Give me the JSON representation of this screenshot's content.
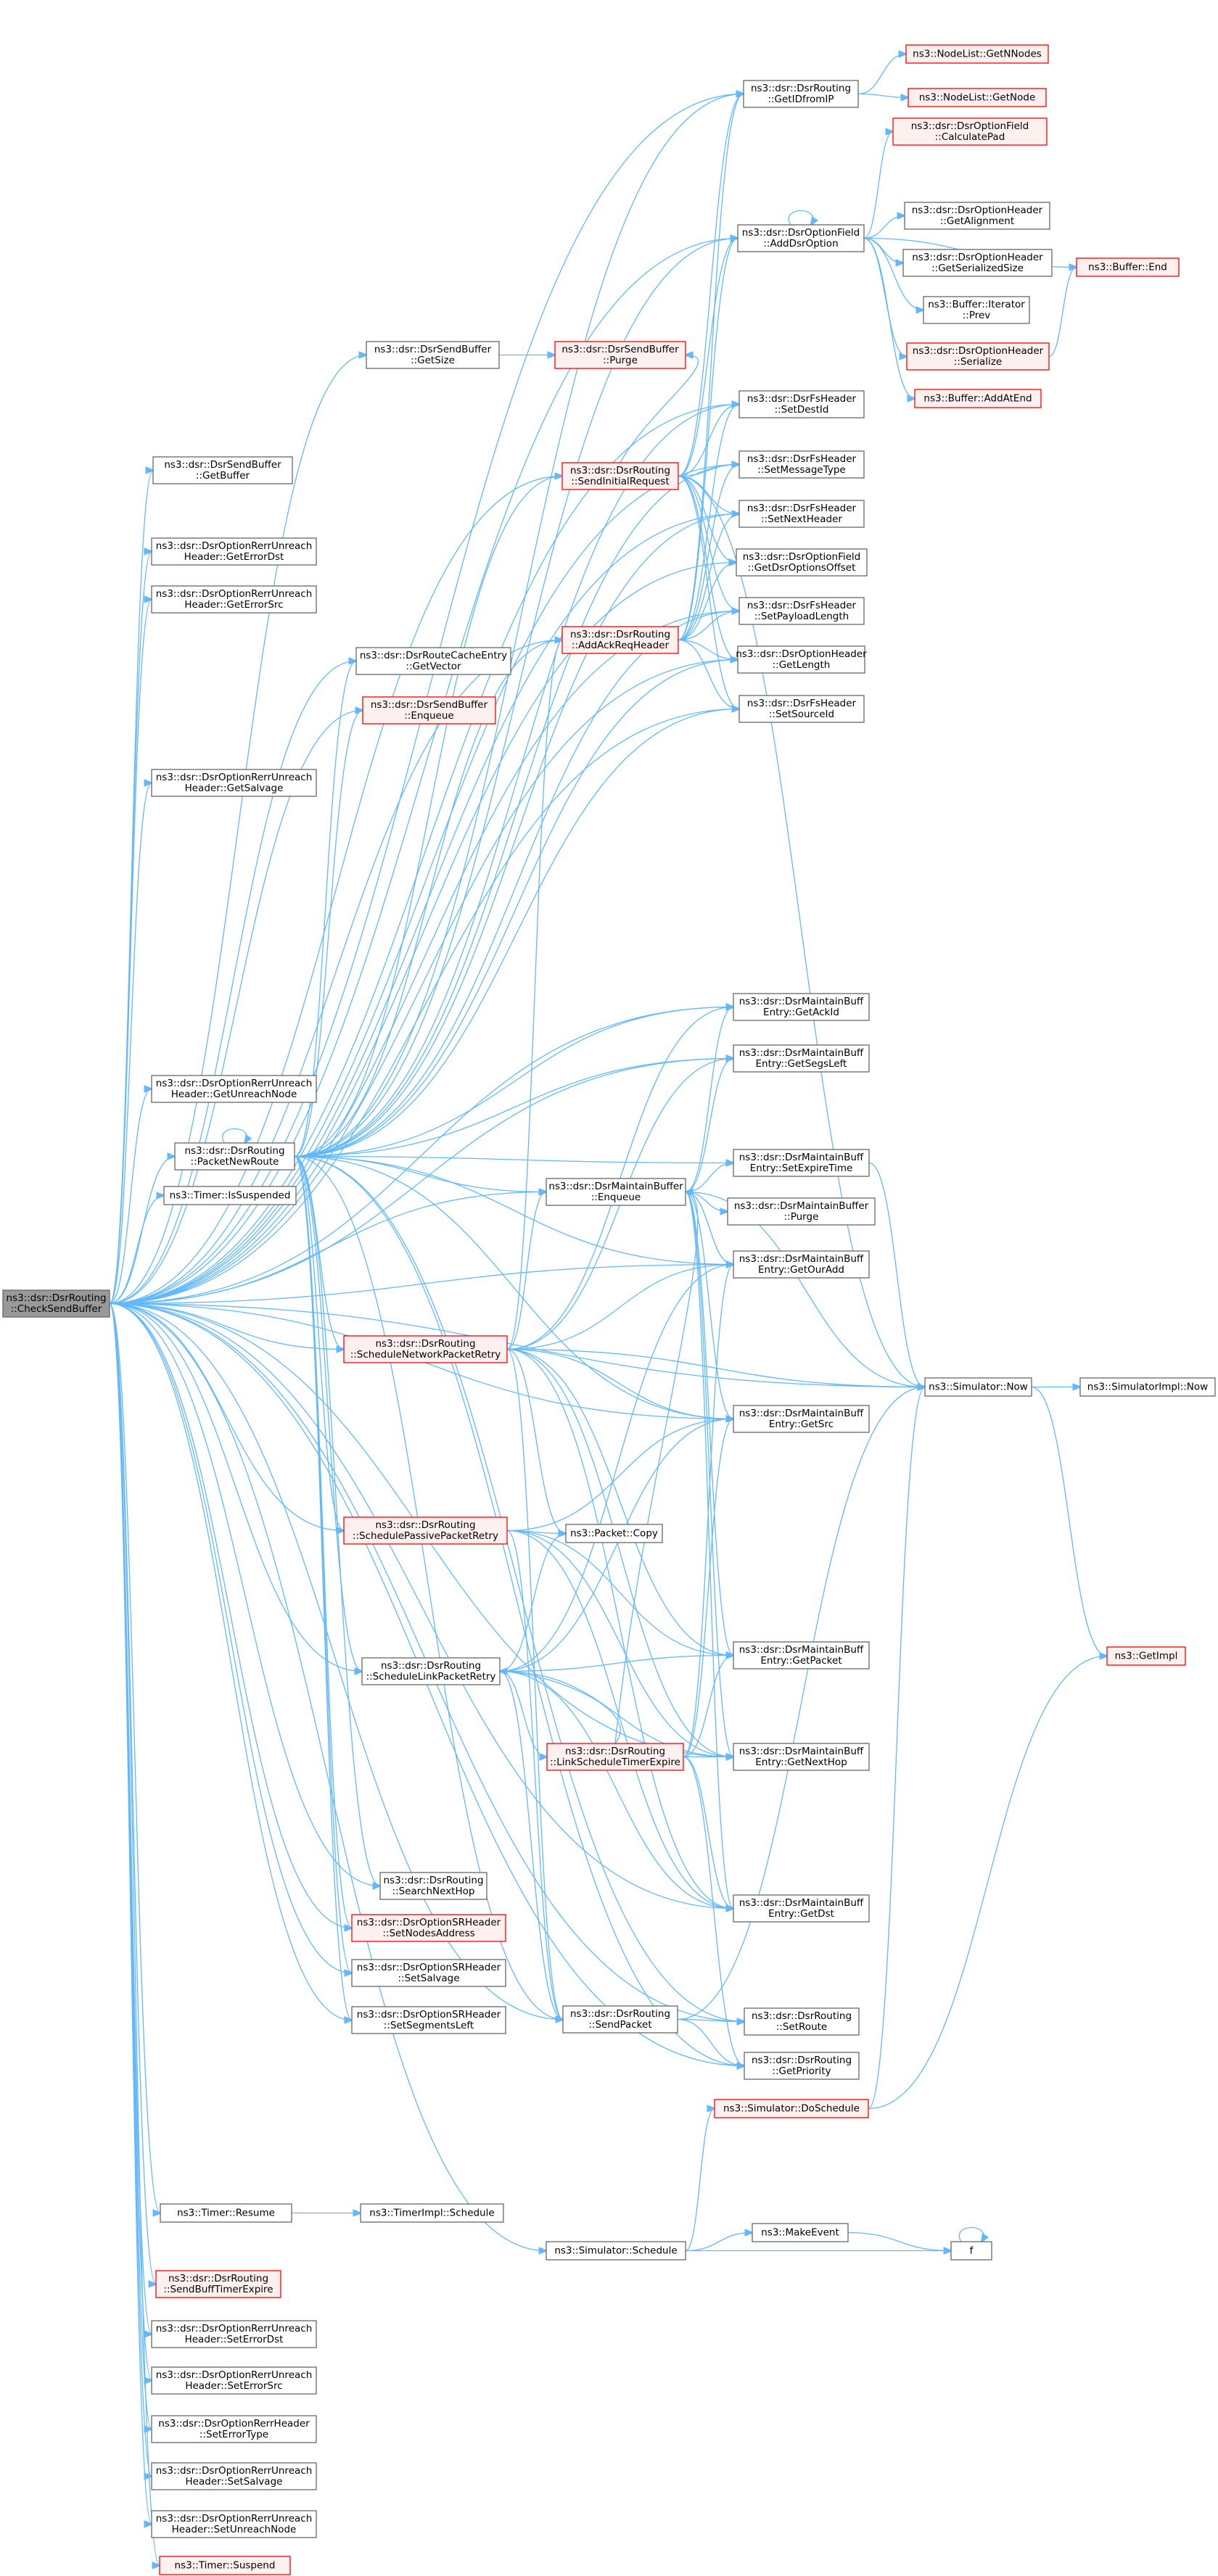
{
  "colors": {
    "edge": "#63b8ff",
    "node_border": "#666666",
    "node_fill": "#ffffff",
    "truncated_border": "#ff0000",
    "truncated_fill": "#fff0f0",
    "root_fill": "#999999",
    "text": "#000000"
  },
  "nodes": [
    {
      "id": "root",
      "lines": [
        "ns3::dsr::DsrRouting",
        "::CheckSendBuffer"
      ],
      "style": "root"
    },
    {
      "id": "getIPfromIP",
      "lines": [
        "ns3::dsr::DsrRouting",
        "::GetIDfromIP"
      ],
      "style": "normal"
    },
    {
      "id": "getNNodes",
      "lines": [
        "ns3::NodeList::GetNNodes"
      ],
      "style": "truncated"
    },
    {
      "id": "getNode",
      "lines": [
        "ns3::NodeList::GetNode"
      ],
      "style": "truncated"
    },
    {
      "id": "calcPad",
      "lines": [
        "ns3::dsr::DsrOptionField",
        "::CalculatePad"
      ],
      "style": "truncated"
    },
    {
      "id": "addDsrOption",
      "lines": [
        "ns3::dsr::DsrOptionField",
        "::AddDsrOption"
      ],
      "style": "normal"
    },
    {
      "id": "getAlign",
      "lines": [
        "ns3::dsr::DsrOptionHeader",
        "::GetAlignment"
      ],
      "style": "normal"
    },
    {
      "id": "getSerSize",
      "lines": [
        "ns3::dsr::DsrOptionHeader",
        "::GetSerializedSize"
      ],
      "style": "normal"
    },
    {
      "id": "bufEnd",
      "lines": [
        "ns3::Buffer::End"
      ],
      "style": "truncated"
    },
    {
      "id": "iterPrev",
      "lines": [
        "ns3::Buffer::Iterator",
        "::Prev"
      ],
      "style": "normal"
    },
    {
      "id": "serialize",
      "lines": [
        "ns3::dsr::DsrOptionHeader",
        "::Serialize"
      ],
      "style": "truncated"
    },
    {
      "id": "addAtEnd",
      "lines": [
        "ns3::Buffer::AddAtEnd"
      ],
      "style": "truncated"
    },
    {
      "id": "sbGetSize",
      "lines": [
        "ns3::dsr::DsrSendBuffer",
        "::GetSize"
      ],
      "style": "normal"
    },
    {
      "id": "sbPurge",
      "lines": [
        "ns3::dsr::DsrSendBuffer",
        "::Purge"
      ],
      "style": "truncated"
    },
    {
      "id": "setDestId",
      "lines": [
        "ns3::dsr::DsrFsHeader",
        "::SetDestId"
      ],
      "style": "normal"
    },
    {
      "id": "sendInitReq",
      "lines": [
        "ns3::dsr::DsrRouting",
        "::SendInitialRequest"
      ],
      "style": "truncated"
    },
    {
      "id": "sbGetBuffer",
      "lines": [
        "ns3::dsr::DsrSendBuffer",
        "::GetBuffer"
      ],
      "style": "normal"
    },
    {
      "id": "setMsgType",
      "lines": [
        "ns3::dsr::DsrFsHeader",
        "::SetMessageType"
      ],
      "style": "normal"
    },
    {
      "id": "setNextHeader",
      "lines": [
        "ns3::dsr::DsrFsHeader",
        "::SetNextHeader"
      ],
      "style": "normal"
    },
    {
      "id": "getErrDst",
      "lines": [
        "ns3::dsr::DsrOptionRerrUnreach",
        "Header::GetErrorDst"
      ],
      "style": "normal"
    },
    {
      "id": "getOptOffset",
      "lines": [
        "ns3::dsr::DsrOptionField",
        "::GetDsrOptionsOffset"
      ],
      "style": "normal"
    },
    {
      "id": "getErrSrc",
      "lines": [
        "ns3::dsr::DsrOptionRerrUnreach",
        "Header::GetErrorSrc"
      ],
      "style": "normal"
    },
    {
      "id": "addAckReq",
      "lines": [
        "ns3::dsr::DsrRouting",
        "::AddAckReqHeader"
      ],
      "style": "truncated"
    },
    {
      "id": "setPayloadLen",
      "lines": [
        "ns3::dsr::DsrFsHeader",
        "::SetPayloadLength"
      ],
      "style": "normal"
    },
    {
      "id": "rcGetVector",
      "lines": [
        "ns3::dsr::DsrRouteCacheEntry",
        "::GetVector"
      ],
      "style": "normal"
    },
    {
      "id": "getLength",
      "lines": [
        "ns3::dsr::DsrOptionHeader",
        "::GetLength"
      ],
      "style": "normal"
    },
    {
      "id": "sbEnqueue",
      "lines": [
        "ns3::dsr::DsrSendBuffer",
        "::Enqueue"
      ],
      "style": "truncated"
    },
    {
      "id": "setSourceId",
      "lines": [
        "ns3::dsr::DsrFsHeader",
        "::SetSourceId"
      ],
      "style": "normal"
    },
    {
      "id": "getSalvage",
      "lines": [
        "ns3::dsr::DsrOptionRerrUnreach",
        "Header::GetSalvage"
      ],
      "style": "normal"
    },
    {
      "id": "getAckId",
      "lines": [
        "ns3::dsr::DsrMaintainBuff",
        "Entry::GetAckId"
      ],
      "style": "normal"
    },
    {
      "id": "getSegsLeft",
      "lines": [
        "ns3::dsr::DsrMaintainBuff",
        "Entry::GetSegsLeft"
      ],
      "style": "normal"
    },
    {
      "id": "getUnreachNode",
      "lines": [
        "ns3::dsr::DsrOptionRerrUnreach",
        "Header::GetUnreachNode"
      ],
      "style": "normal"
    },
    {
      "id": "packetNewRoute",
      "lines": [
        "ns3::dsr::DsrRouting",
        "::PacketNewRoute"
      ],
      "style": "normal"
    },
    {
      "id": "setExpire",
      "lines": [
        "ns3::dsr::DsrMaintainBuff",
        "Entry::SetExpireTime"
      ],
      "style": "normal"
    },
    {
      "id": "mbEnqueue",
      "lines": [
        "ns3::dsr::DsrMaintainBuffer",
        "::Enqueue"
      ],
      "style": "normal"
    },
    {
      "id": "isSuspended",
      "lines": [
        "ns3::Timer::IsSuspended"
      ],
      "style": "normal"
    },
    {
      "id": "mbPurge",
      "lines": [
        "ns3::dsr::DsrMaintainBuffer",
        "::Purge"
      ],
      "style": "normal"
    },
    {
      "id": "getOurAdd",
      "lines": [
        "ns3::dsr::DsrMaintainBuff",
        "Entry::GetOurAdd"
      ],
      "style": "normal"
    },
    {
      "id": "schedNet",
      "lines": [
        "ns3::dsr::DsrRouting",
        "::ScheduleNetworkPacketRetry"
      ],
      "style": "truncated"
    },
    {
      "id": "simNow",
      "lines": [
        "ns3::Simulator::Now"
      ],
      "style": "normal"
    },
    {
      "id": "implNow",
      "lines": [
        "ns3::SimulatorImpl::Now"
      ],
      "style": "normal"
    },
    {
      "id": "getSrc",
      "lines": [
        "ns3::dsr::DsrMaintainBuff",
        "Entry::GetSrc"
      ],
      "style": "normal"
    },
    {
      "id": "schedPassive",
      "lines": [
        "ns3::dsr::DsrRouting",
        "::SchedulePassivePacketRetry"
      ],
      "style": "truncated"
    },
    {
      "id": "pktCopy",
      "lines": [
        "ns3::Packet::Copy"
      ],
      "style": "normal"
    },
    {
      "id": "getImpl",
      "lines": [
        "ns3::GetImpl"
      ],
      "style": "truncated"
    },
    {
      "id": "getPacket",
      "lines": [
        "ns3::dsr::DsrMaintainBuff",
        "Entry::GetPacket"
      ],
      "style": "normal"
    },
    {
      "id": "schedLink",
      "lines": [
        "ns3::dsr::DsrRouting",
        "::ScheduleLinkPacketRetry"
      ],
      "style": "normal"
    },
    {
      "id": "linkTimerExp",
      "lines": [
        "ns3::dsr::DsrRouting",
        "::LinkScheduleTimerExpire"
      ],
      "style": "truncated"
    },
    {
      "id": "getNextHop",
      "lines": [
        "ns3::dsr::DsrMaintainBuff",
        "Entry::GetNextHop"
      ],
      "style": "normal"
    },
    {
      "id": "searchNextHop",
      "lines": [
        "ns3::dsr::DsrRouting",
        "::SearchNextHop"
      ],
      "style": "normal"
    },
    {
      "id": "setNodesAddr",
      "lines": [
        "ns3::dsr::DsrOptionSRHeader",
        "::SetNodesAddress"
      ],
      "style": "truncated"
    },
    {
      "id": "getDst",
      "lines": [
        "ns3::dsr::DsrMaintainBuff",
        "Entry::GetDst"
      ],
      "style": "normal"
    },
    {
      "id": "srSetSalvage",
      "lines": [
        "ns3::dsr::DsrOptionSRHeader",
        "::SetSalvage"
      ],
      "style": "normal"
    },
    {
      "id": "setSegsLeft",
      "lines": [
        "ns3::dsr::DsrOptionSRHeader",
        "::SetSegmentsLeft"
      ],
      "style": "normal"
    },
    {
      "id": "sendPacket",
      "lines": [
        "ns3::dsr::DsrRouting",
        "::SendPacket"
      ],
      "style": "normal"
    },
    {
      "id": "setRoute",
      "lines": [
        "ns3::dsr::DsrRouting",
        "::SetRoute"
      ],
      "style": "normal"
    },
    {
      "id": "getPriority",
      "lines": [
        "ns3::dsr::DsrRouting",
        "::GetPriority"
      ],
      "style": "normal"
    },
    {
      "id": "doSchedule",
      "lines": [
        "ns3::Simulator::DoSchedule"
      ],
      "style": "truncated"
    },
    {
      "id": "timerResume",
      "lines": [
        "ns3::Timer::Resume"
      ],
      "style": "normal"
    },
    {
      "id": "timerImplSched",
      "lines": [
        "ns3::TimerImpl::Schedule"
      ],
      "style": "normal"
    },
    {
      "id": "makeEvent",
      "lines": [
        "ns3::MakeEvent"
      ],
      "style": "normal"
    },
    {
      "id": "simSchedule",
      "lines": [
        "ns3::Simulator::Schedule"
      ],
      "style": "normal"
    },
    {
      "id": "f",
      "lines": [
        "f"
      ],
      "style": "normal"
    },
    {
      "id": "sendBuffTimer",
      "lines": [
        "ns3::dsr::DsrRouting",
        "::SendBuffTimerExpire"
      ],
      "style": "truncated"
    },
    {
      "id": "setErrDst",
      "lines": [
        "ns3::dsr::DsrOptionRerrUnreach",
        "Header::SetErrorDst"
      ],
      "style": "normal"
    },
    {
      "id": "setErrSrc",
      "lines": [
        "ns3::dsr::DsrOptionRerrUnreach",
        "Header::SetErrorSrc"
      ],
      "style": "normal"
    },
    {
      "id": "setErrType",
      "lines": [
        "ns3::dsr::DsrOptionRerrHeader",
        "::SetErrorType"
      ],
      "style": "normal"
    },
    {
      "id": "setSalvage",
      "lines": [
        "ns3::dsr::DsrOptionRerrUnreach",
        "Header::SetSalvage"
      ],
      "style": "normal"
    },
    {
      "id": "setUnreachNode",
      "lines": [
        "ns3::dsr::DsrOptionRerrUnreach",
        "Header::SetUnreachNode"
      ],
      "style": "normal"
    },
    {
      "id": "timerSuspend",
      "lines": [
        "ns3::Timer::Suspend"
      ],
      "style": "truncated"
    }
  ],
  "edges": [
    [
      "root",
      "getIPfromIP"
    ],
    [
      "root",
      "addDsrOption"
    ],
    [
      "root",
      "sbGetSize"
    ],
    [
      "root",
      "setDestId"
    ],
    [
      "root",
      "sendInitReq"
    ],
    [
      "root",
      "sbGetBuffer"
    ],
    [
      "root",
      "setMsgType"
    ],
    [
      "root",
      "setNextHeader"
    ],
    [
      "root",
      "getErrDst"
    ],
    [
      "root",
      "getOptOffset"
    ],
    [
      "root",
      "getErrSrc"
    ],
    [
      "root",
      "setPayloadLen"
    ],
    [
      "root",
      "rcGetVector"
    ],
    [
      "root",
      "getLength"
    ],
    [
      "root",
      "sbEnqueue"
    ],
    [
      "root",
      "setSourceId"
    ],
    [
      "root",
      "getSalvage"
    ],
    [
      "root",
      "getAckId"
    ],
    [
      "root",
      "getSegsLeft"
    ],
    [
      "root",
      "getUnreachNode"
    ],
    [
      "root",
      "packetNewRoute"
    ],
    [
      "root",
      "mbEnqueue"
    ],
    [
      "root",
      "isSuspended"
    ],
    [
      "root",
      "getOurAdd"
    ],
    [
      "root",
      "schedNet"
    ],
    [
      "root",
      "simNow"
    ],
    [
      "root",
      "getSrc"
    ],
    [
      "root",
      "schedPassive"
    ],
    [
      "root",
      "schedLink"
    ],
    [
      "root",
      "getNextHop"
    ],
    [
      "root",
      "searchNextHop"
    ],
    [
      "root",
      "setNodesAddr"
    ],
    [
      "root",
      "getDst"
    ],
    [
      "root",
      "srSetSalvage"
    ],
    [
      "root",
      "setSegsLeft"
    ],
    [
      "root",
      "sendPacket"
    ],
    [
      "root",
      "setRoute"
    ],
    [
      "root",
      "getPriority"
    ],
    [
      "root",
      "timerResume"
    ],
    [
      "root",
      "simSchedule"
    ],
    [
      "root",
      "sendBuffTimer"
    ],
    [
      "root",
      "setErrDst"
    ],
    [
      "root",
      "setErrSrc"
    ],
    [
      "root",
      "setErrType"
    ],
    [
      "root",
      "setSalvage"
    ],
    [
      "root",
      "setUnreachNode"
    ],
    [
      "root",
      "timerSuspend"
    ],
    [
      "root",
      "addAckReq"
    ],
    [
      "getIPfromIP",
      "getNNodes"
    ],
    [
      "getIPfromIP",
      "getNode"
    ],
    [
      "addDsrOption",
      "calcPad"
    ],
    [
      "addDsrOption",
      "getAlign"
    ],
    [
      "addDsrOption",
      "getSerSize"
    ],
    [
      "addDsrOption",
      "bufEnd"
    ],
    [
      "addDsrOption",
      "iterPrev"
    ],
    [
      "addDsrOption",
      "serialize"
    ],
    [
      "addDsrOption",
      "addAtEnd"
    ],
    [
      "addDsrOption",
      "addDsrOption"
    ],
    [
      "serialize",
      "bufEnd"
    ],
    [
      "sbGetSize",
      "sbPurge"
    ],
    [
      "sendInitReq",
      "getIPfromIP"
    ],
    [
      "sendInitReq",
      "addDsrOption"
    ],
    [
      "sendInitReq",
      "setDestId"
    ],
    [
      "sendInitReq",
      "setMsgType"
    ],
    [
      "sendInitReq",
      "setNextHeader"
    ],
    [
      "sendInitReq",
      "setPayloadLen"
    ],
    [
      "sendInitReq",
      "getLength"
    ],
    [
      "sendInitReq",
      "setSourceId"
    ],
    [
      "sendInitReq",
      "getOptOffset"
    ],
    [
      "sendInitReq",
      "simNow"
    ],
    [
      "sendInitReq",
      "sbPurge"
    ],
    [
      "addAckReq",
      "getIPfromIP"
    ],
    [
      "addAckReq",
      "addDsrOption"
    ],
    [
      "addAckReq",
      "setDestId"
    ],
    [
      "addAckReq",
      "setMsgType"
    ],
    [
      "addAckReq",
      "setNextHeader"
    ],
    [
      "addAckReq",
      "getOptOffset"
    ],
    [
      "addAckReq",
      "setPayloadLen"
    ],
    [
      "addAckReq",
      "getLength"
    ],
    [
      "addAckReq",
      "setSourceId"
    ],
    [
      "packetNewRoute",
      "getIPfromIP"
    ],
    [
      "packetNewRoute",
      "addDsrOption"
    ],
    [
      "packetNewRoute",
      "setDestId"
    ],
    [
      "packetNewRoute",
      "setMsgType"
    ],
    [
      "packetNewRoute",
      "setNextHeader"
    ],
    [
      "packetNewRoute",
      "setPayloadLen"
    ],
    [
      "packetNewRoute",
      "getLength"
    ],
    [
      "packetNewRoute",
      "setSourceId"
    ],
    [
      "packetNewRoute",
      "rcGetVector"
    ],
    [
      "packetNewRoute",
      "sbEnqueue"
    ],
    [
      "packetNewRoute",
      "sendInitReq"
    ],
    [
      "packetNewRoute",
      "addAckReq"
    ],
    [
      "packetNewRoute",
      "getAckId"
    ],
    [
      "packetNewRoute",
      "getSegsLeft"
    ],
    [
      "packetNewRoute",
      "setExpire"
    ],
    [
      "packetNewRoute",
      "mbEnqueue"
    ],
    [
      "packetNewRoute",
      "getOurAdd"
    ],
    [
      "packetNewRoute",
      "schedNet"
    ],
    [
      "packetNewRoute",
      "getSrc"
    ],
    [
      "packetNewRoute",
      "schedPassive"
    ],
    [
      "packetNewRoute",
      "schedLink"
    ],
    [
      "packetNewRoute",
      "searchNextHop"
    ],
    [
      "packetNewRoute",
      "setNodesAddr"
    ],
    [
      "packetNewRoute",
      "srSetSalvage"
    ],
    [
      "packetNewRoute",
      "setSegsLeft"
    ],
    [
      "packetNewRoute",
      "sendPacket"
    ],
    [
      "packetNewRoute",
      "setRoute"
    ],
    [
      "packetNewRoute",
      "getPriority"
    ],
    [
      "packetNewRoute",
      "packetNewRoute"
    ],
    [
      "mbEnqueue",
      "getAckId"
    ],
    [
      "mbEnqueue",
      "getSegsLeft"
    ],
    [
      "mbEnqueue",
      "setExpire"
    ],
    [
      "mbEnqueue",
      "mbPurge"
    ],
    [
      "mbEnqueue",
      "getOurAdd"
    ],
    [
      "mbEnqueue",
      "getSrc"
    ],
    [
      "mbEnqueue",
      "getPacket"
    ],
    [
      "mbEnqueue",
      "getNextHop"
    ],
    [
      "mbEnqueue",
      "getDst"
    ],
    [
      "mbEnqueue",
      "simNow"
    ],
    [
      "setExpire",
      "simNow"
    ],
    [
      "schedNet",
      "addAckReq"
    ],
    [
      "schedNet",
      "getAckId"
    ],
    [
      "schedNet",
      "getSegsLeft"
    ],
    [
      "schedNet",
      "mbEnqueue"
    ],
    [
      "schedNet",
      "getOurAdd"
    ],
    [
      "schedNet",
      "getSrc"
    ],
    [
      "schedNet",
      "pktCopy"
    ],
    [
      "schedNet",
      "getPacket"
    ],
    [
      "schedNet",
      "getNextHop"
    ],
    [
      "schedNet",
      "getDst"
    ],
    [
      "schedNet",
      "sendPacket"
    ],
    [
      "schedNet",
      "simNow"
    ],
    [
      "schedPassive",
      "getSrc"
    ],
    [
      "schedPassive",
      "pktCopy"
    ],
    [
      "schedPassive",
      "getPacket"
    ],
    [
      "schedPassive",
      "getNextHop"
    ],
    [
      "schedPassive",
      "getDst"
    ],
    [
      "schedPassive",
      "sendPacket"
    ],
    [
      "schedLink",
      "getOurAdd"
    ],
    [
      "schedLink",
      "getSrc"
    ],
    [
      "schedLink",
      "pktCopy"
    ],
    [
      "schedLink",
      "getPacket"
    ],
    [
      "schedLink",
      "getNextHop"
    ],
    [
      "schedLink",
      "getDst"
    ],
    [
      "schedLink",
      "sendPacket"
    ],
    [
      "schedLink",
      "linkTimerExp"
    ],
    [
      "linkTimerExp",
      "schedLink"
    ],
    [
      "linkTimerExp",
      "getOurAdd"
    ],
    [
      "linkTimerExp",
      "getSrc"
    ],
    [
      "linkTimerExp",
      "getPacket"
    ],
    [
      "linkTimerExp",
      "getNextHop"
    ],
    [
      "linkTimerExp",
      "getDst"
    ],
    [
      "linkTimerExp",
      "getPriority"
    ],
    [
      "linkTimerExp",
      "mbEnqueue"
    ],
    [
      "sendPacket",
      "setRoute"
    ],
    [
      "sendPacket",
      "getPriority"
    ],
    [
      "sendPacket",
      "simNow"
    ],
    [
      "simNow",
      "implNow"
    ],
    [
      "simNow",
      "getImpl"
    ],
    [
      "doSchedule",
      "getImpl"
    ],
    [
      "doSchedule",
      "simNow"
    ],
    [
      "timerResume",
      "timerImplSched"
    ],
    [
      "simSchedule",
      "doSchedule"
    ],
    [
      "simSchedule",
      "makeEvent"
    ],
    [
      "simSchedule",
      "f"
    ],
    [
      "makeEvent",
      "f"
    ],
    [
      "f",
      "f"
    ]
  ]
}
